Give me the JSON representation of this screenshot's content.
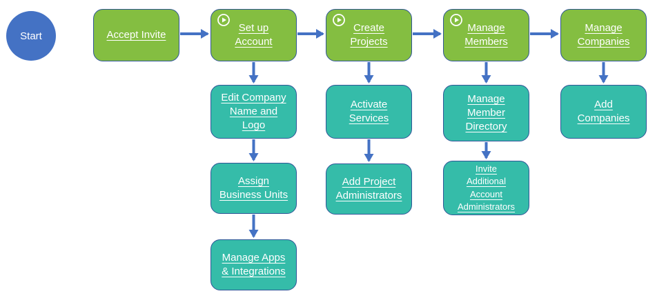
{
  "diagram": {
    "start": {
      "label": "Start"
    },
    "nodes": [
      {
        "id": "accept-invite",
        "label": "Accept Invite",
        "color": "green",
        "play_icon": false
      },
      {
        "id": "set-up-account",
        "label": "Set up\nAccount",
        "color": "green",
        "play_icon": true
      },
      {
        "id": "create-projects",
        "label": "Create\nProjects",
        "color": "green",
        "play_icon": true
      },
      {
        "id": "manage-members",
        "label": "Manage\nMembers",
        "color": "green",
        "play_icon": true
      },
      {
        "id": "manage-companies",
        "label": "Manage\nCompanies",
        "color": "green",
        "play_icon": false
      },
      {
        "id": "edit-company-name-and-logo",
        "label": "Edit Company\nName and\nLogo",
        "color": "teal",
        "play_icon": false
      },
      {
        "id": "activate-services",
        "label": "Activate\nServices",
        "color": "teal",
        "play_icon": false
      },
      {
        "id": "manage-member-directory",
        "label": "Manage\nMember\nDirectory",
        "color": "teal",
        "play_icon": false
      },
      {
        "id": "add-companies",
        "label": "Add\nCompanies",
        "color": "teal",
        "play_icon": false
      },
      {
        "id": "assign-business-units",
        "label": "Assign\nBusiness Units",
        "color": "teal",
        "play_icon": false
      },
      {
        "id": "add-project-administrators",
        "label": "Add Project\nAdministrators",
        "color": "teal",
        "play_icon": false
      },
      {
        "id": "invite-additional-account-administrators",
        "label": "Invite\nAdditional\nAccount\nAdministrators",
        "color": "teal",
        "play_icon": false
      },
      {
        "id": "manage-apps-integrations",
        "label": "Manage Apps\n& Integrations",
        "color": "teal",
        "play_icon": false
      }
    ],
    "connections": [
      {
        "from": "accept-invite",
        "to": "set-up-account"
      },
      {
        "from": "set-up-account",
        "to": "create-projects"
      },
      {
        "from": "create-projects",
        "to": "manage-members"
      },
      {
        "from": "manage-members",
        "to": "manage-companies"
      },
      {
        "from": "set-up-account",
        "to": "edit-company-name-and-logo"
      },
      {
        "from": "edit-company-name-and-logo",
        "to": "assign-business-units"
      },
      {
        "from": "assign-business-units",
        "to": "manage-apps-integrations"
      },
      {
        "from": "create-projects",
        "to": "activate-services"
      },
      {
        "from": "activate-services",
        "to": "add-project-administrators"
      },
      {
        "from": "manage-members",
        "to": "manage-member-directory"
      },
      {
        "from": "manage-member-directory",
        "to": "invite-additional-account-administrators"
      },
      {
        "from": "manage-companies",
        "to": "add-companies"
      }
    ],
    "colors": {
      "start_fill": "#4472C4",
      "milestone_fill": "#84BE41",
      "task_fill": "#35BCA9",
      "border": "#2F5597",
      "arrow": "#4472C4",
      "text": "#FFFFFF"
    },
    "icons": {
      "play": "play-icon"
    }
  }
}
